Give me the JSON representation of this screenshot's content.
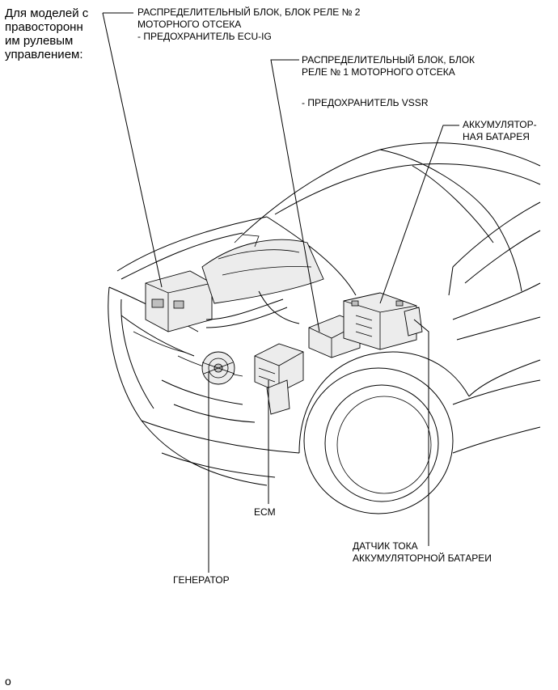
{
  "note": {
    "line1": "Для моделей с",
    "line2": "правосторонн",
    "line3": "им рулевым",
    "line4": "управлением:"
  },
  "callouts": {
    "relay_block_2": {
      "line1": "РАСПРЕДЕЛИТЕЛЬНЫЙ БЛОК, БЛОК РЕЛЕ № 2",
      "line2": "МОТОРНОГО ОТСЕКА",
      "line3": "- ПРЕДОХРАНИТЕЛЬ ECU-IG"
    },
    "relay_block_1": {
      "line1": "РАСПРЕДЕЛИТЕЛЬНЫЙ БЛОК, БЛОК",
      "line2": "РЕЛЕ № 1 МОТОРНОГО ОТСЕКА",
      "line3": "- ПРЕДОХРАНИТЕЛЬ VSSR"
    },
    "battery": {
      "line1": "АККУМУЛЯТОР-",
      "line2": "НАЯ БАТАРЕЯ"
    },
    "ecm": {
      "label": "ECM"
    },
    "current_sensor": {
      "line1": "ДАТЧИК ТОКА",
      "line2": "АККУМУЛЯТОРНОЙ БАТАРЕИ"
    },
    "generator": {
      "label": "ГЕНЕРАТОР"
    }
  },
  "footer": {
    "code": "o"
  }
}
